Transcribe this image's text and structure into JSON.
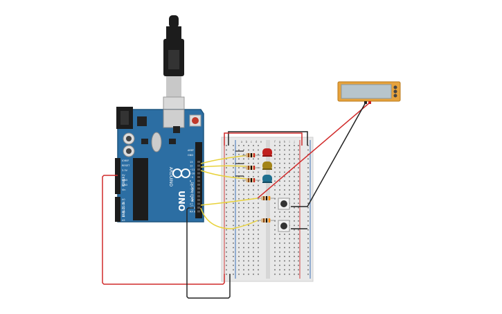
{
  "colors": {
    "board": "#2c6ea3",
    "board_dark": "#1f557f",
    "breadboard": "#e8e8e8",
    "rail_red": "#d23b3b",
    "rail_blue": "#3a6fb7",
    "wire_red": "#d12a2a",
    "wire_black": "#222222",
    "wire_yellow": "#e8d23a",
    "led_red": "#c0201e",
    "led_yellow": "#a38418",
    "led_blue": "#1f6f8f",
    "lcd_frame": "#e6a23c",
    "lcd_screen": "#b7c5cc",
    "usb_black": "#1c1c1c"
  },
  "arduino": {
    "brand_label": "ARDUINO",
    "model_label": "UNO",
    "digital_label": "DIGITAL (PWM ~)",
    "power_label": "POWER",
    "analog_label": "ANALOG IN",
    "aref_label": "AREF",
    "gnd_label": "GND",
    "pin_labels_power": [
      "IOREF",
      "RESET",
      "3.3V",
      "5V",
      "GND",
      "GND",
      "Vin"
    ],
    "pin_labels_analog": [
      "A0",
      "A1",
      "A2",
      "A3",
      "A4",
      "A5"
    ],
    "pin_labels_digital": [
      "13",
      "12",
      "~11",
      "~10",
      "~9",
      "8",
      "7",
      "~6",
      "~5",
      "4",
      "~3",
      "2",
      "TX 1",
      "RX 0"
    ]
  },
  "breadboard": {
    "column_letters_left": [
      "a",
      "b",
      "c",
      "d",
      "e"
    ],
    "column_letters_right": [
      "f",
      "g",
      "h",
      "i",
      "j"
    ]
  },
  "components": {
    "leds": [
      "red-led",
      "yellow-led",
      "blue-led"
    ],
    "buttons": [
      "pushbutton-1",
      "pushbutton-2"
    ],
    "display": "lcd-display"
  }
}
